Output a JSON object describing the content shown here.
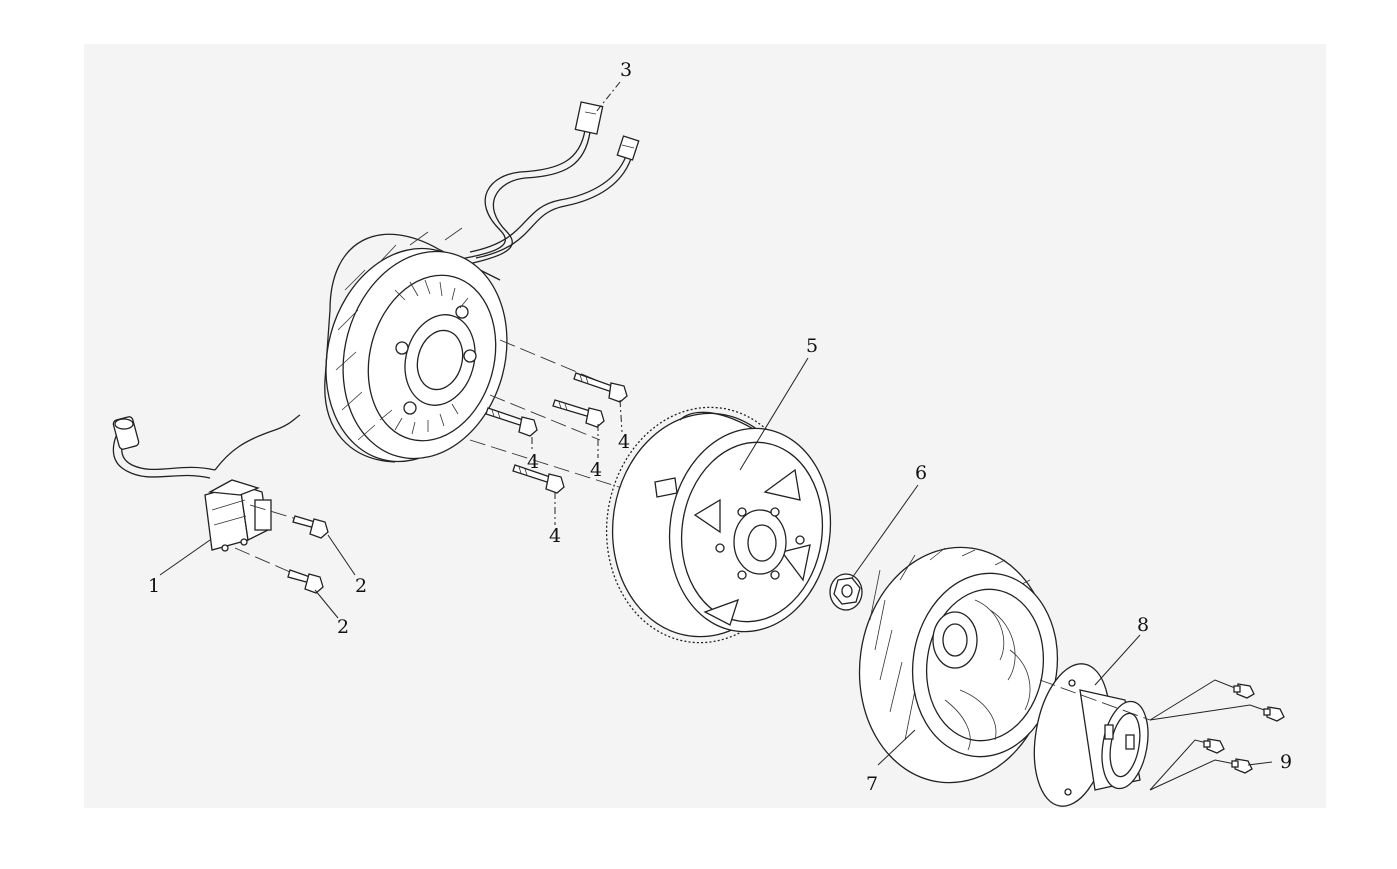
{
  "callouts": [
    "1",
    "2",
    "2",
    "3",
    "4",
    "4",
    "4",
    "4",
    "5",
    "6",
    "7",
    "8",
    "9"
  ],
  "colors": {
    "ink": "#222222",
    "paper": "#ffffff",
    "sheet": "#f4f4f4"
  },
  "parts": [
    {
      "icon": "ignition-coil-icon"
    },
    {
      "icon": "bolt-icon"
    },
    {
      "icon": "stator-with-wiring-icon"
    },
    {
      "icon": "stator-bolt-icon"
    },
    {
      "icon": "flywheel-ring-gear-icon"
    },
    {
      "icon": "flange-nut-icon"
    },
    {
      "icon": "cooling-fan-icon"
    },
    {
      "icon": "starter-cup-icon"
    },
    {
      "icon": "screw-icon"
    }
  ]
}
